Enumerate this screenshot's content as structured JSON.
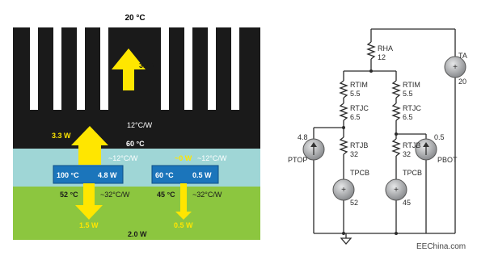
{
  "thermal": {
    "ambient_temp": "20 °C",
    "sink_flow": "3.3 W",
    "sink_resistance": "12°C/W",
    "left_flow": "3.3 W",
    "interface_temp": "60 °C",
    "left_tim_res": "~12°C/W",
    "right_tim_res": "~12°C/W",
    "right_flow_to_sink": "~0 W",
    "left_chip_temp": "100 °C",
    "left_chip_power": "4.8 W",
    "right_chip_temp": "60 °C",
    "right_chip_power": "0.5 W",
    "left_pcb_temp": "52 °C",
    "left_pcb_res": "~32°C/W",
    "right_pcb_temp": "45 °C",
    "right_pcb_res": "~32°C/W",
    "left_flow_down": "1.5 W",
    "right_flow_down": "0.5 W",
    "pcb_power": "2.0 W"
  },
  "circuit": {
    "rha_label": "RHA",
    "rha_value": "12",
    "ta_label": "TA",
    "ta_value": "20",
    "left": {
      "rtim_label": "RTIM",
      "rtim_value": "5.5",
      "rtjc_label": "RTJC",
      "rtjc_value": "6.5",
      "rtjb_label": "RTJB",
      "rtjb_value": "32",
      "source_value": "4.8",
      "source_label": "PTOP",
      "tpcb_label": "TPCB",
      "tpcb_value": "52"
    },
    "right": {
      "rtim_label": "RTIM",
      "rtim_value": "5.5",
      "rtjc_label": "RTJC",
      "rtjc_value": "6.5",
      "rtjb_label": "RTJB",
      "rtjb_value": "32",
      "source_value": "0.5",
      "source_label": "PBOT",
      "tpcb_label": "TPCB",
      "tpcb_value": "45"
    }
  },
  "watermark": "EEChina.com",
  "colors": {
    "heatsink": "#1a1a1a",
    "interface": "#9fd6d6",
    "pcb": "#8cc63f",
    "chip": "#1b75bb",
    "arrow": "#ffe600",
    "source": "#a7a9ac"
  }
}
